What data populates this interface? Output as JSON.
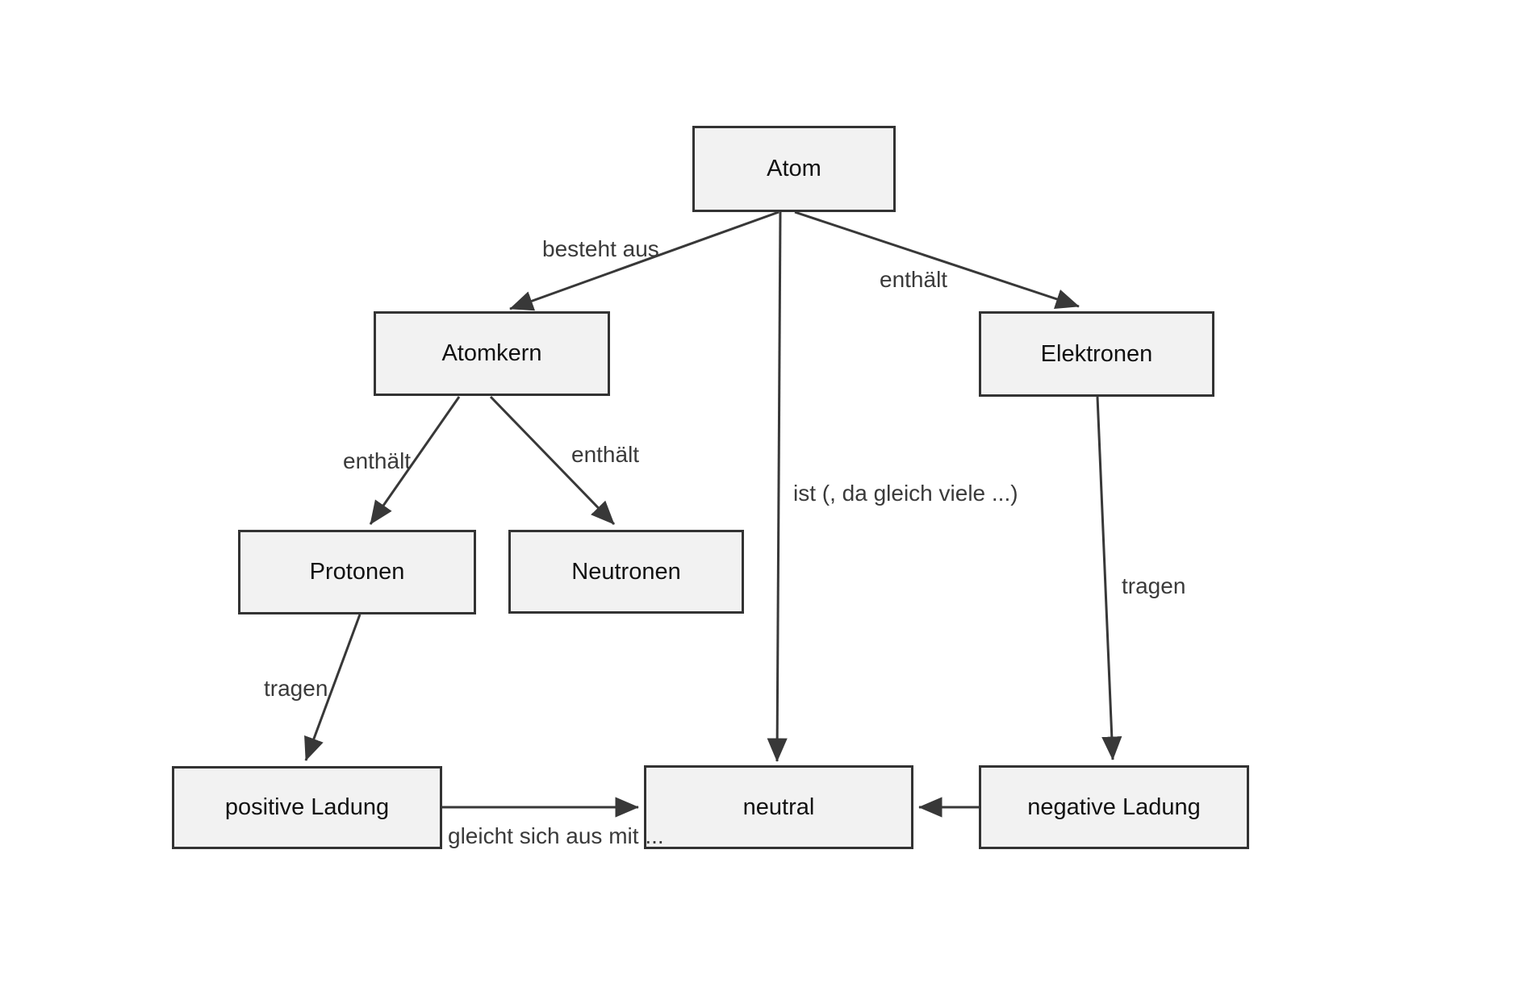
{
  "diagram_type": "concept-map",
  "language": "de",
  "colors": {
    "bg": "#ffffff",
    "node_fill": "#f2f2f2",
    "node_border": "#333333",
    "node_text": "#111111",
    "edge_color": "#383838",
    "label_text": "#3a3a3a"
  },
  "nodes": {
    "atom": {
      "label": "Atom"
    },
    "atomkern": {
      "label": "Atomkern"
    },
    "elektronen": {
      "label": "Elektronen"
    },
    "protonen": {
      "label": "Protonen"
    },
    "neutronen": {
      "label": "Neutronen"
    },
    "positive_ladung": {
      "label": "positive Ladung"
    },
    "neutral": {
      "label": "neutral"
    },
    "negative_ladung": {
      "label": "negative Ladung"
    }
  },
  "edges": [
    {
      "from": "Atom",
      "to": "Atomkern",
      "label": "besteht aus"
    },
    {
      "from": "Atom",
      "to": "Elektronen",
      "label": "enthält"
    },
    {
      "from": "Atom",
      "to": "neutral",
      "label": "ist (, da gleich viele ...)"
    },
    {
      "from": "Atomkern",
      "to": "Protonen",
      "label": "enthält"
    },
    {
      "from": "Atomkern",
      "to": "Neutronen",
      "label": "enthält"
    },
    {
      "from": "Protonen",
      "to": "positive Ladung",
      "label": "tragen"
    },
    {
      "from": "Elektronen",
      "to": "negative Ladung",
      "label": "tragen"
    },
    {
      "from": "positive Ladung",
      "to": "neutral",
      "label": "gleicht sich aus mit ..."
    },
    {
      "from": "negative Ladung",
      "to": "neutral",
      "label": ""
    }
  ]
}
